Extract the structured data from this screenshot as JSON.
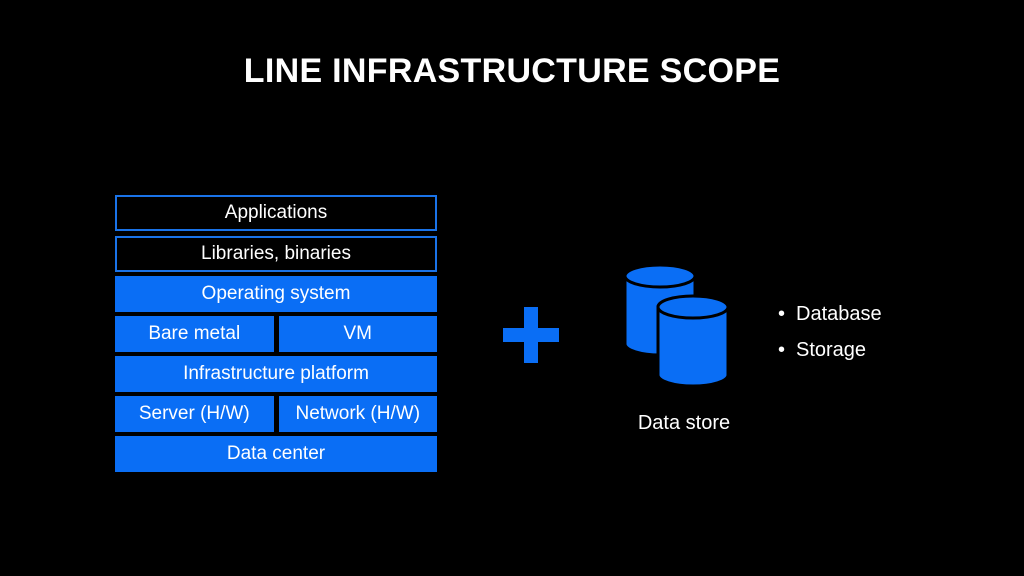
{
  "slide": {
    "title": "LINE INFRASTRUCTURE SCOPE"
  },
  "stack": {
    "rows": [
      {
        "cells": [
          {
            "label": "Applications",
            "style": "outline"
          }
        ]
      },
      {
        "cells": [
          {
            "label": "Libraries, binaries",
            "style": "outline"
          }
        ]
      },
      {
        "cells": [
          {
            "label": "Operating system",
            "style": "fill"
          }
        ]
      },
      {
        "cells": [
          {
            "label": "Bare metal",
            "style": "fill"
          },
          {
            "label": "VM",
            "style": "fill"
          }
        ]
      },
      {
        "cells": [
          {
            "label": "Infrastructure platform",
            "style": "fill"
          }
        ]
      },
      {
        "cells": [
          {
            "label": "Server (H/W)",
            "style": "fill"
          },
          {
            "label": "Network (H/W)",
            "style": "fill"
          }
        ]
      },
      {
        "cells": [
          {
            "label": "Data center",
            "style": "fill"
          }
        ]
      }
    ]
  },
  "plus_icon": "plus-icon",
  "datastore": {
    "icon": "database-icon",
    "label": "Data store",
    "items": [
      "Database",
      "Storage"
    ]
  },
  "colors": {
    "background": "#000000",
    "accent": "#0a6ef5",
    "outline": "#1a73e8",
    "text": "#ffffff"
  }
}
